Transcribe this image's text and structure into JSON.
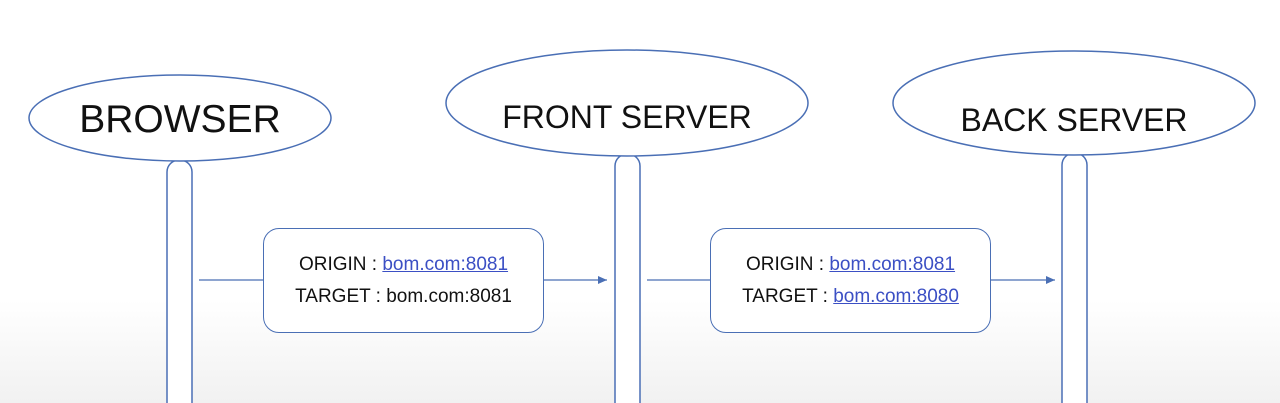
{
  "colors": {
    "outline": "#4a6fb5",
    "link": "#3b4fc4",
    "text": "#111111"
  },
  "actors": [
    {
      "id": "browser",
      "label": "BROWSER"
    },
    {
      "id": "front",
      "label": "FRONT SERVER"
    },
    {
      "id": "back",
      "label": "BACK SERVER"
    }
  ],
  "messages": [
    {
      "from": "browser",
      "to": "front",
      "origin_label": "ORIGIN : ",
      "origin_value": "bom.com:8081",
      "origin_is_link": true,
      "target_label": "TARGET : ",
      "target_value": "bom.com:8081",
      "target_is_link": false
    },
    {
      "from": "front",
      "to": "back",
      "origin_label": "ORIGIN : ",
      "origin_value": "bom.com:8081",
      "origin_is_link": true,
      "target_label": "TARGET : ",
      "target_value": "bom.com:8080",
      "target_is_link": true
    }
  ]
}
